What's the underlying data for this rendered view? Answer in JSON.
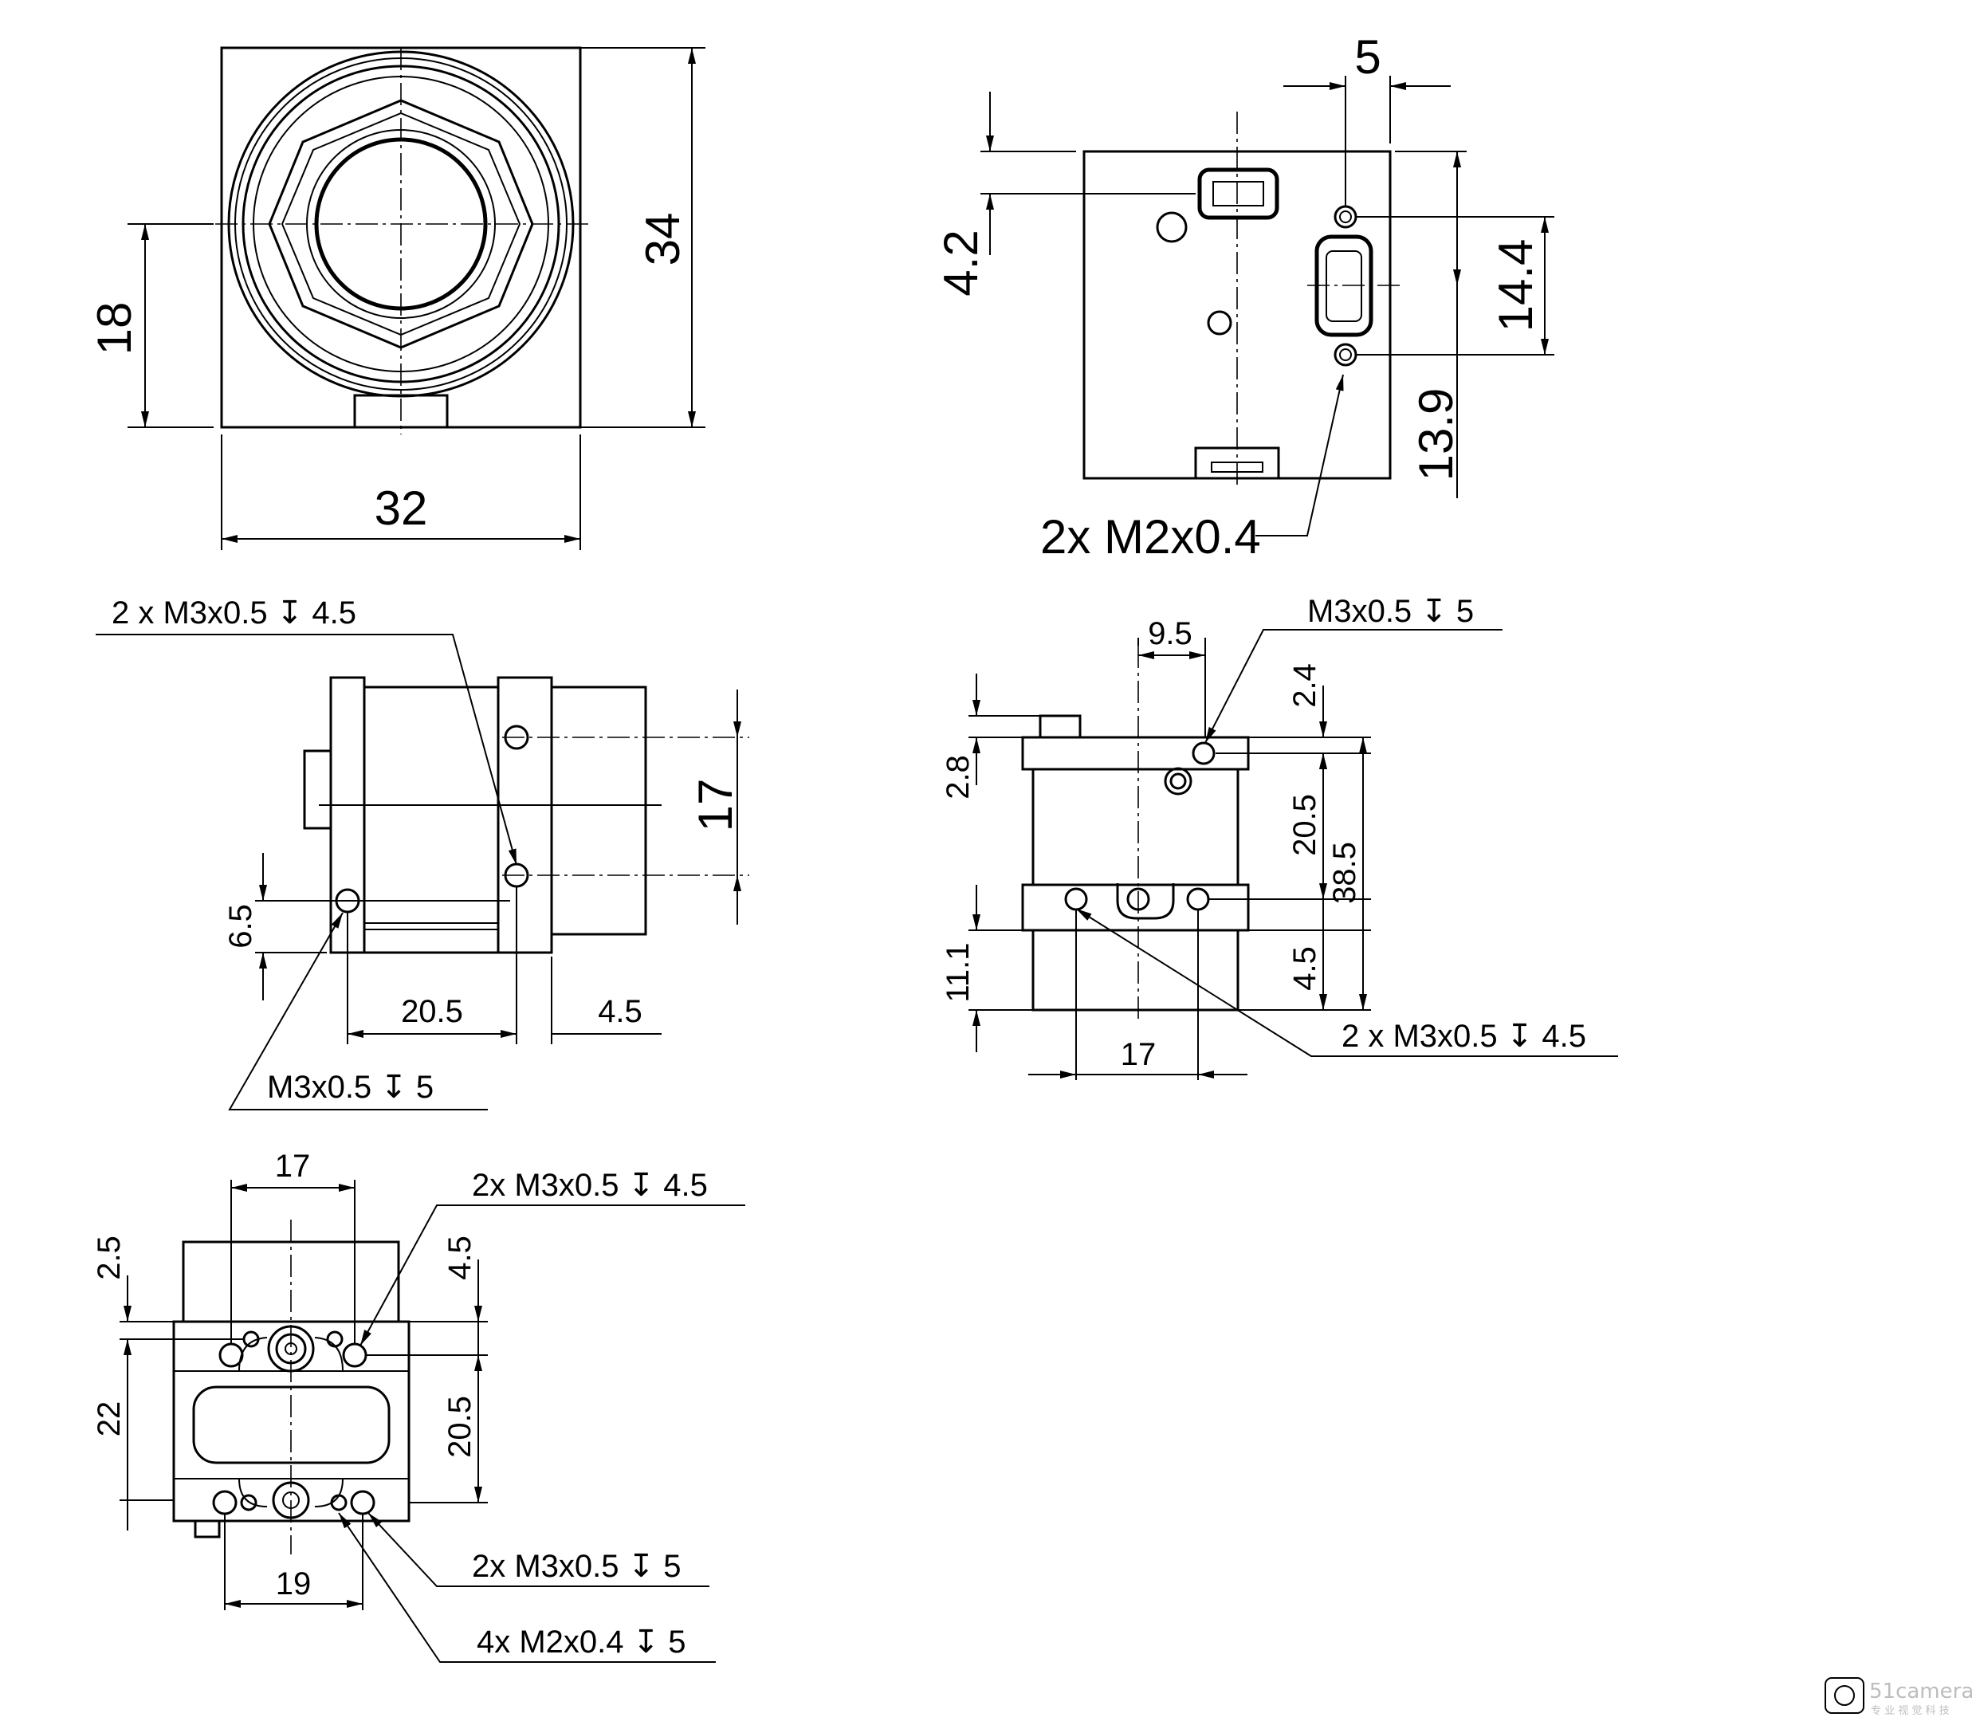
{
  "front_view": {
    "width": "32",
    "height": "34",
    "lens_center_height": "18"
  },
  "rear_view": {
    "top_offset": "4.2",
    "thread_offset": "5",
    "hole_spacing": "14.4",
    "lower_height": "13.9",
    "threads": "2x M2x0.4"
  },
  "side_view": {
    "thread_top": "2 x M3x0.5 ↧ 4.5",
    "hole_spacing": "17",
    "left_hole_height": "6.5",
    "length": "20.5",
    "front_offset": "4.5",
    "thread_bottom": "M3x0.5 ↧ 5"
  },
  "top_view": {
    "width_offset": "9.5",
    "thread_top": "M3x0.5 ↧ 5",
    "top_offset": "2.4",
    "left_top": "2.8",
    "hole_spacing": "20.5",
    "total_length": "38.5",
    "front_offset": "4.5",
    "left_bottom": "11.1",
    "bottom_width": "17",
    "thread_bottom": "2 x M3x0.5 ↧ 4.5"
  },
  "bottom_view": {
    "top_spacing": "17",
    "thread_top": "2x M3x0.5 ↧ 4.5",
    "left_top": "2.5",
    "right_top": "4.5",
    "left_length": "22",
    "right_length": "20.5",
    "bottom_spacing": "19",
    "thread_a": "2x M3x0.5 ↧ 5",
    "thread_b": "4x M2x0.4 ↧ 5"
  },
  "watermark": {
    "brand": "51camera",
    "sub": "专 业 视 觉 科 技"
  }
}
